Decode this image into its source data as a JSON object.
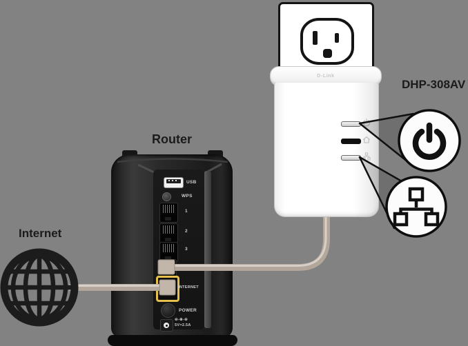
{
  "scene": {
    "background_color": "#828282",
    "description": "Powerline adapter network setup diagram"
  },
  "internet": {
    "label": "Internet"
  },
  "router": {
    "label": "Router",
    "port_labels": {
      "usb": "USB",
      "wps": "WPS",
      "lan1": "1",
      "lan2": "2",
      "lan3": "3",
      "internet": "INTERNET",
      "power": "POWER",
      "dc_polarity": "⊖-⊕-⊖",
      "dc_spec": "5V=2.5A"
    }
  },
  "adapter": {
    "model_label": "DHP-308AV",
    "brand_logo": "D-Link",
    "leds": [
      {
        "name": "power-led"
      },
      {
        "name": "powerline-led"
      },
      {
        "name": "ethernet-led"
      }
    ]
  },
  "callouts": [
    {
      "icon": "power-icon"
    },
    {
      "icon": "ethernet-icon"
    }
  ],
  "colors": {
    "background": "#828282",
    "cable": "#b3a79c",
    "cable_highlight": "#d8d0c8",
    "internet_port_accent": "#e6c04c",
    "router_body": "#262626",
    "device_white": "#ffffff",
    "outline": "#111111",
    "callout_cone": "rgba(30,30,30,0.18)"
  }
}
